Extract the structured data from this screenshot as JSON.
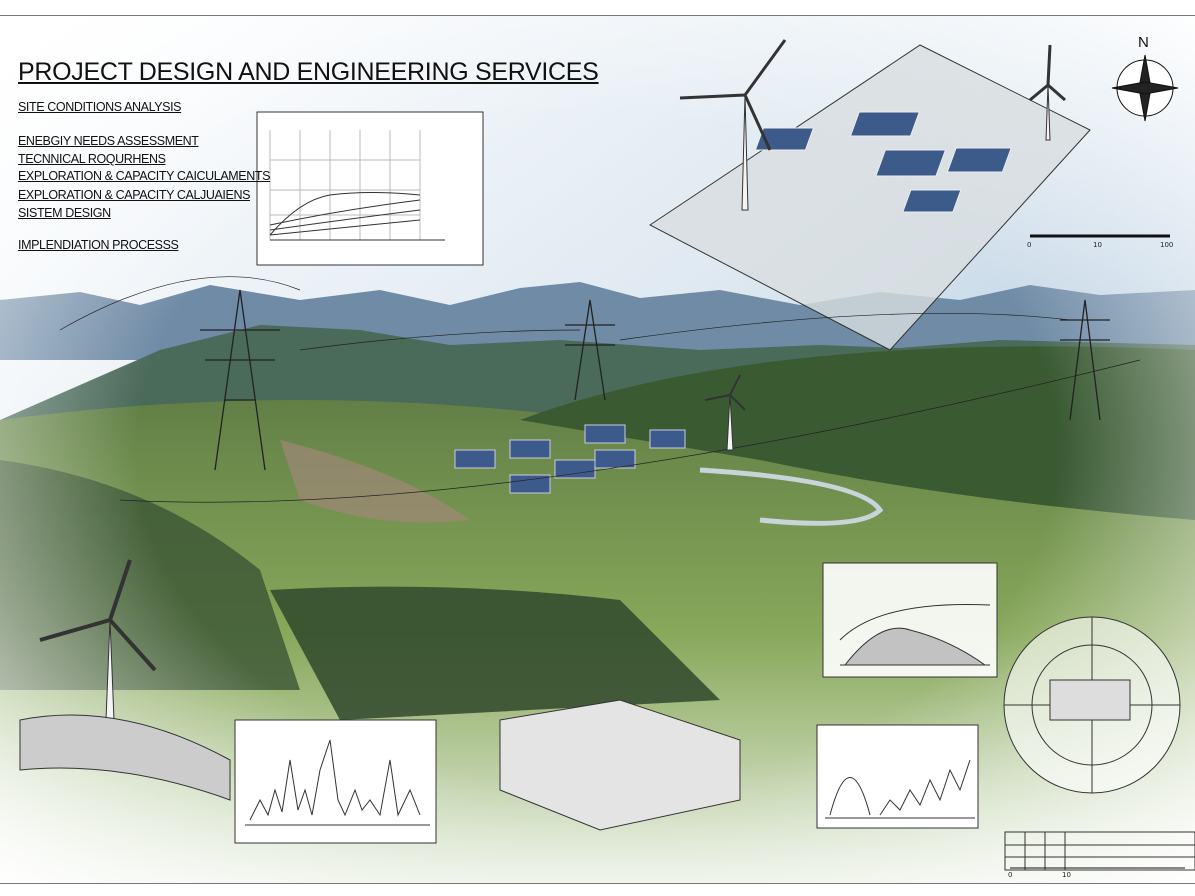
{
  "header": {
    "title": "PROJECT DESIGN AND ENGINEERING SERVICES"
  },
  "menu": [
    "SITE CONDITIONS ANALYSIS",
    "ENEBGIY NEEDS ASSESSMENT",
    "TECNNICAL ROQURHENS",
    "EXPLORATION & CAPACITY CAICULAMENTS",
    "EXPLORATION & CAPACITY CALJUAIENS",
    "SISTEM DESIGN",
    "IMPLENDIATION PROCESSS"
  ],
  "compass": {
    "label": "N"
  },
  "scale_top": [
    "0",
    "10",
    "100"
  ],
  "scale_bottom": [
    "0",
    "10"
  ],
  "colors": {
    "sky": "#9fc0dc",
    "grass": "#7fa24a",
    "forest": "#2f4a2a",
    "mountain": "#5d7a98",
    "panel": "#3c5a8a"
  }
}
